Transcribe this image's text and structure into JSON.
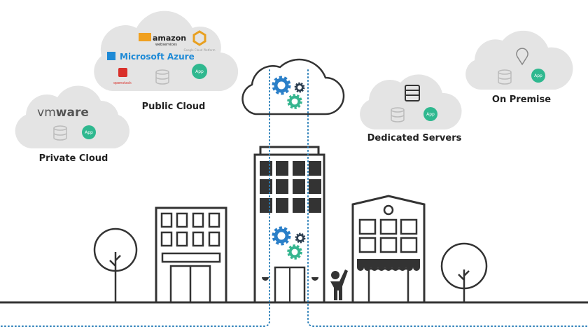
{
  "clouds": {
    "private": {
      "label": "Private Cloud",
      "logo": "vmware",
      "app": "App"
    },
    "public": {
      "label": "Public Cloud",
      "logos": [
        "amazon web services",
        "Microsoft Azure",
        "Google Cloud Platform",
        "openstack"
      ],
      "app": "App"
    },
    "dedicated": {
      "label": "Dedicated Servers",
      "app": "App"
    },
    "on_premise": {
      "label": "On Premise",
      "app": "App"
    }
  },
  "colors": {
    "gear_blue": "#2a7fc8",
    "gear_green": "#35b58f",
    "gear_dark": "#2c3e50",
    "app_green": "#2fb88f",
    "cloud_gray": "#e4e4e4",
    "dotted_line": "#2b7fb8"
  }
}
